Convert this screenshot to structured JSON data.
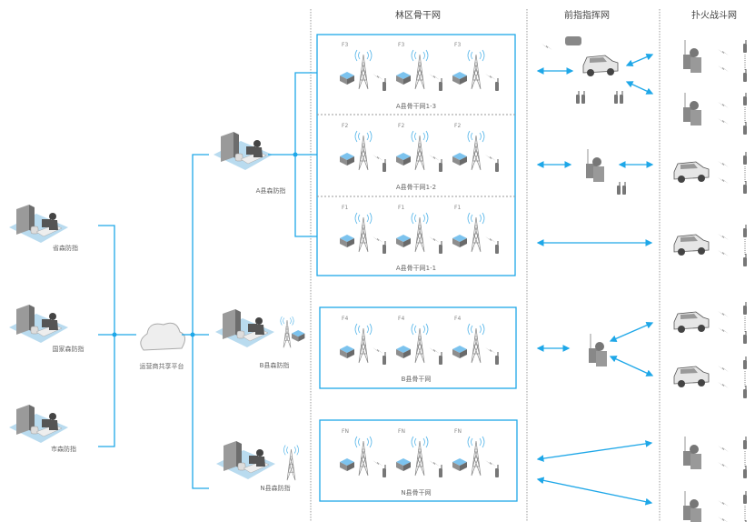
{
  "colors": {
    "link": "#1ea7e8",
    "divider": "#999999",
    "icon_gray": "#8a8a8a",
    "device_blue": "#6fb8e6",
    "floor": "#b9dbef"
  },
  "headers": {
    "backbone": "林区骨干网",
    "front": "前指指挥网",
    "fight": "扑火战斗网"
  },
  "centers": {
    "province": "省森防指",
    "national": "国家森防指",
    "city": "市森防指"
  },
  "cloud": {
    "label": "运营商共享平台"
  },
  "counties": {
    "a": "A县森防指",
    "b": "B县森防指",
    "n": "N县森防指"
  },
  "backbones": {
    "a13": {
      "label": "A县骨干网1-3",
      "freq": "F3"
    },
    "a12": {
      "label": "A县骨干网1-2",
      "freq": "F2"
    },
    "a11": {
      "label": "A县骨干网1-1",
      "freq": "F1"
    },
    "b": {
      "label": "B县骨干网",
      "freq": "F4"
    },
    "n": {
      "label": "N县骨干网",
      "freq": "FN"
    }
  },
  "icons": [
    "server-workstation-icon",
    "cloud-icon",
    "radio-tower-icon",
    "base-station-icon",
    "walkie-talkie-icon",
    "vehicle-icon",
    "firefighter-icon",
    "satellite-phone-icon",
    "wireless-link-icon"
  ]
}
